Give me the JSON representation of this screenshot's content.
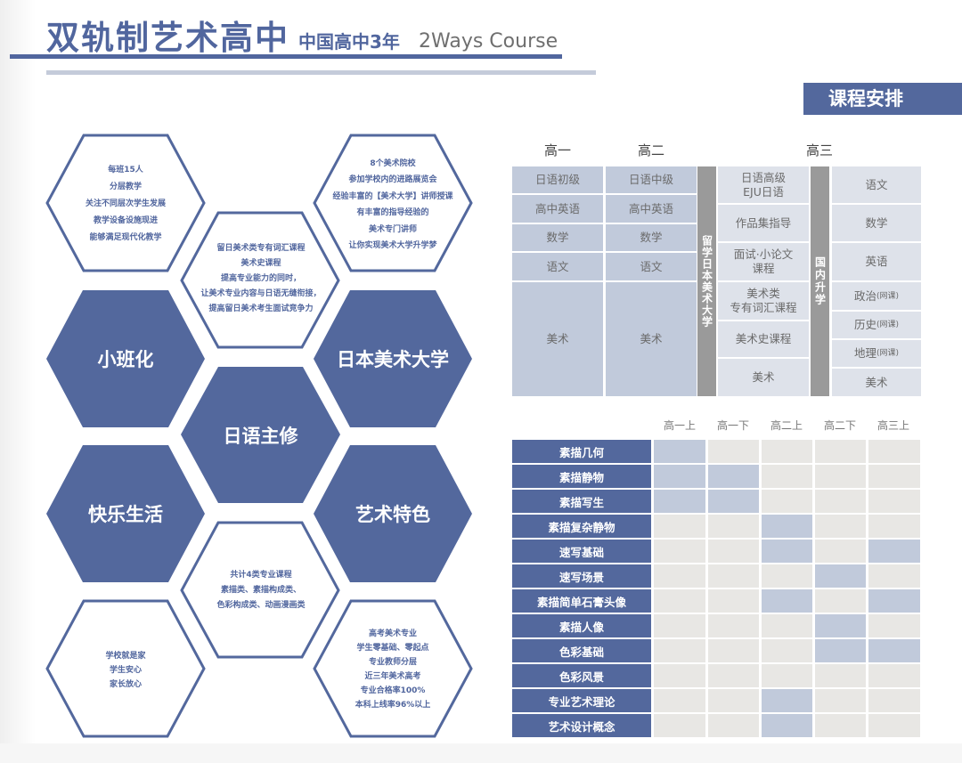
{
  "header": {
    "title": "双轨制艺术高中",
    "subtitle": "中国高中3年",
    "subtitle_en": "2Ways Course",
    "section_badge": "课程安排"
  },
  "colors": {
    "primary": "#53689d",
    "light_blue": "#c1cadb",
    "grid_gray": "#e8e7e4",
    "divider_gray": "#9a9a9a"
  },
  "hexagons": {
    "small_class_detail": [
      "每班15人",
      "分层教学",
      "关注不同层次学生发展",
      "教学设备设施现进",
      "能够满足现代化教学"
    ],
    "art_univ_detail": [
      "8个美术院校",
      "参加学校内的进路展览会",
      "经验丰富的【美术大学】讲师授课",
      "有丰富的指导经验的",
      "美术专门讲师",
      "让你实现美术大学升学梦"
    ],
    "japanese_detail": [
      "留日美术类专有词汇课程",
      "美术史课程",
      "提高专业能力的同时，",
      "让美术专业内容与日语无缝衔接，",
      "提高留日美术考生面试竞争力"
    ],
    "small_class": "小班化",
    "art_univ": "日本美术大学",
    "japanese_major": "日语主修",
    "happy_life": "快乐生活",
    "art_feature": "艺术特色",
    "art_feature_detail": [
      "共计4类专业课程",
      "素描类、素描构成类、",
      "色彩构成类、动画漫画类"
    ],
    "happy_life_detail": [
      "学校就是家",
      "学生安心",
      "家长放心"
    ],
    "exam_detail": [
      "高考美术专业",
      "学生零基础、零起点",
      "专业教师分层",
      "近三年美术高考",
      "专业合格率100%",
      "本科上线率96%以上"
    ]
  },
  "schedule": {
    "year_headers": [
      "高一",
      "高二",
      "高三"
    ],
    "grade1": [
      "日语初级",
      "高中英语",
      "数学",
      "语文",
      "美术"
    ],
    "grade2": [
      "日语中级",
      "高中英语",
      "数学",
      "语文",
      "美术"
    ],
    "track_japan_label": "留学日本美术大学",
    "track_japan": [
      "日语高级\nEJU日语",
      "作品集指导",
      "面试·小论文\n课程",
      "美术类\n专有词汇课程",
      "美术史课程",
      "美术"
    ],
    "track_domestic_label": "国内升学",
    "track_domestic": [
      {
        "name": "语文",
        "note": ""
      },
      {
        "name": "数学",
        "note": ""
      },
      {
        "name": "英语",
        "note": ""
      },
      {
        "name": "政治",
        "note": "(网课)"
      },
      {
        "name": "历史",
        "note": "(网课)"
      },
      {
        "name": "地理",
        "note": "(网课)"
      },
      {
        "name": "美术",
        "note": ""
      }
    ]
  },
  "art_grid": {
    "semesters": [
      "高一上",
      "高一下",
      "高二上",
      "高二下",
      "高三上"
    ],
    "rows": [
      {
        "label": "素描几何",
        "active": [
          1,
          0,
          0,
          0,
          0
        ]
      },
      {
        "label": "素描静物",
        "active": [
          1,
          1,
          0,
          0,
          0
        ]
      },
      {
        "label": "素描写生",
        "active": [
          1,
          1,
          0,
          0,
          0
        ]
      },
      {
        "label": "素描复杂静物",
        "active": [
          0,
          0,
          1,
          0,
          0
        ]
      },
      {
        "label": "速写基础",
        "active": [
          0,
          0,
          1,
          0,
          1
        ]
      },
      {
        "label": "速写场景",
        "active": [
          0,
          0,
          0,
          1,
          0
        ]
      },
      {
        "label": "素描简单石膏头像",
        "active": [
          0,
          0,
          1,
          0,
          1
        ]
      },
      {
        "label": "素描人像",
        "active": [
          0,
          0,
          0,
          1,
          0
        ]
      },
      {
        "label": "色彩基础",
        "active": [
          0,
          0,
          0,
          1,
          1
        ]
      },
      {
        "label": "色彩风景",
        "active": [
          0,
          0,
          0,
          0,
          0
        ]
      },
      {
        "label": "专业艺术理论",
        "active": [
          0,
          0,
          1,
          0,
          0
        ]
      },
      {
        "label": "艺术设计概念",
        "active": [
          0,
          0,
          1,
          0,
          0
        ]
      }
    ]
  }
}
